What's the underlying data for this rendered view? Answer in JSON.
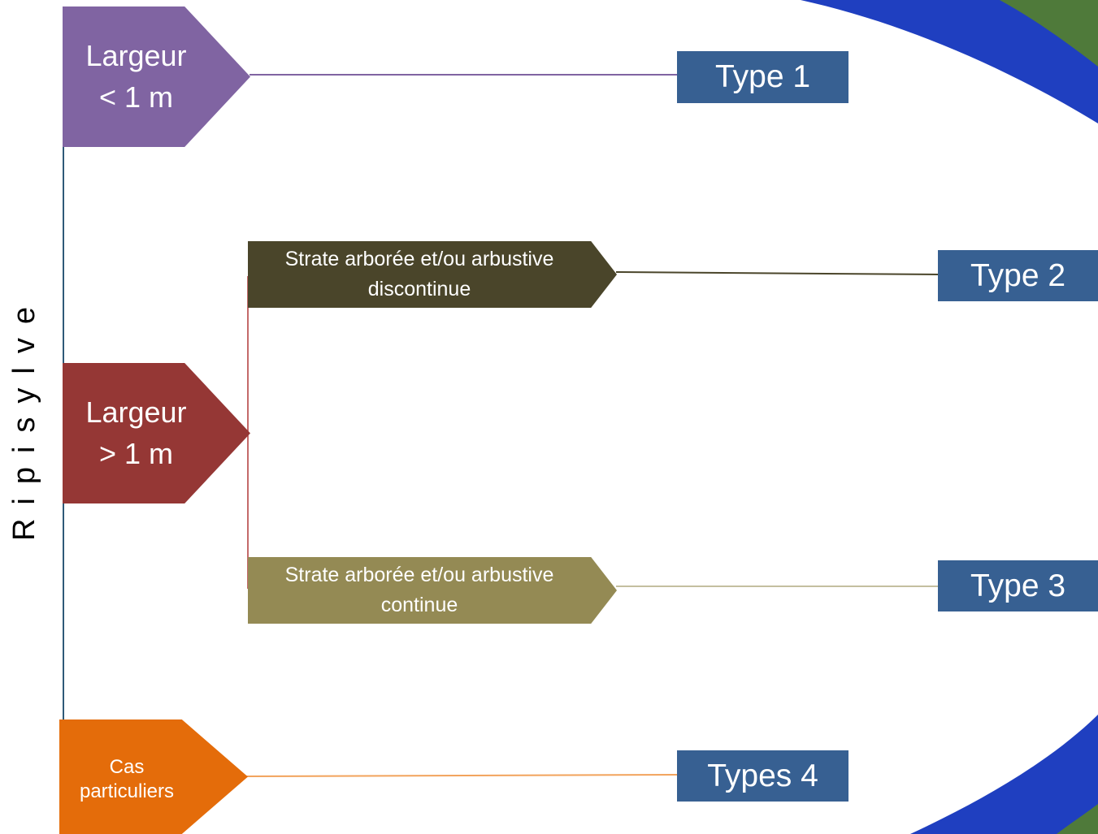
{
  "title": "Ripisylve",
  "branches": {
    "width_small": {
      "line1": "Largeur",
      "line2": "< 1 m"
    },
    "width_large": {
      "line1": "Largeur",
      "line2": "> 1 m"
    },
    "special": {
      "line1": "Cas",
      "line2": "particuliers"
    }
  },
  "strata": {
    "discontinuous": {
      "line1": "Strate arborée et/ou arbustive",
      "line2": "discontinue"
    },
    "continuous": {
      "line1": "Strate arborée et/ou arbustive",
      "line2": "continue"
    }
  },
  "types": {
    "type1": "Type 1",
    "type2": "Type 2",
    "type3": "Type 3",
    "type4": "Types 4"
  },
  "colors": {
    "purple": "#8064a2",
    "red": "#953735",
    "orange": "#e46c0a",
    "dark_olive": "#4a452a",
    "olive": "#948a54",
    "type_box": "#376092",
    "decor_blue": "#1f3fc0"
  }
}
